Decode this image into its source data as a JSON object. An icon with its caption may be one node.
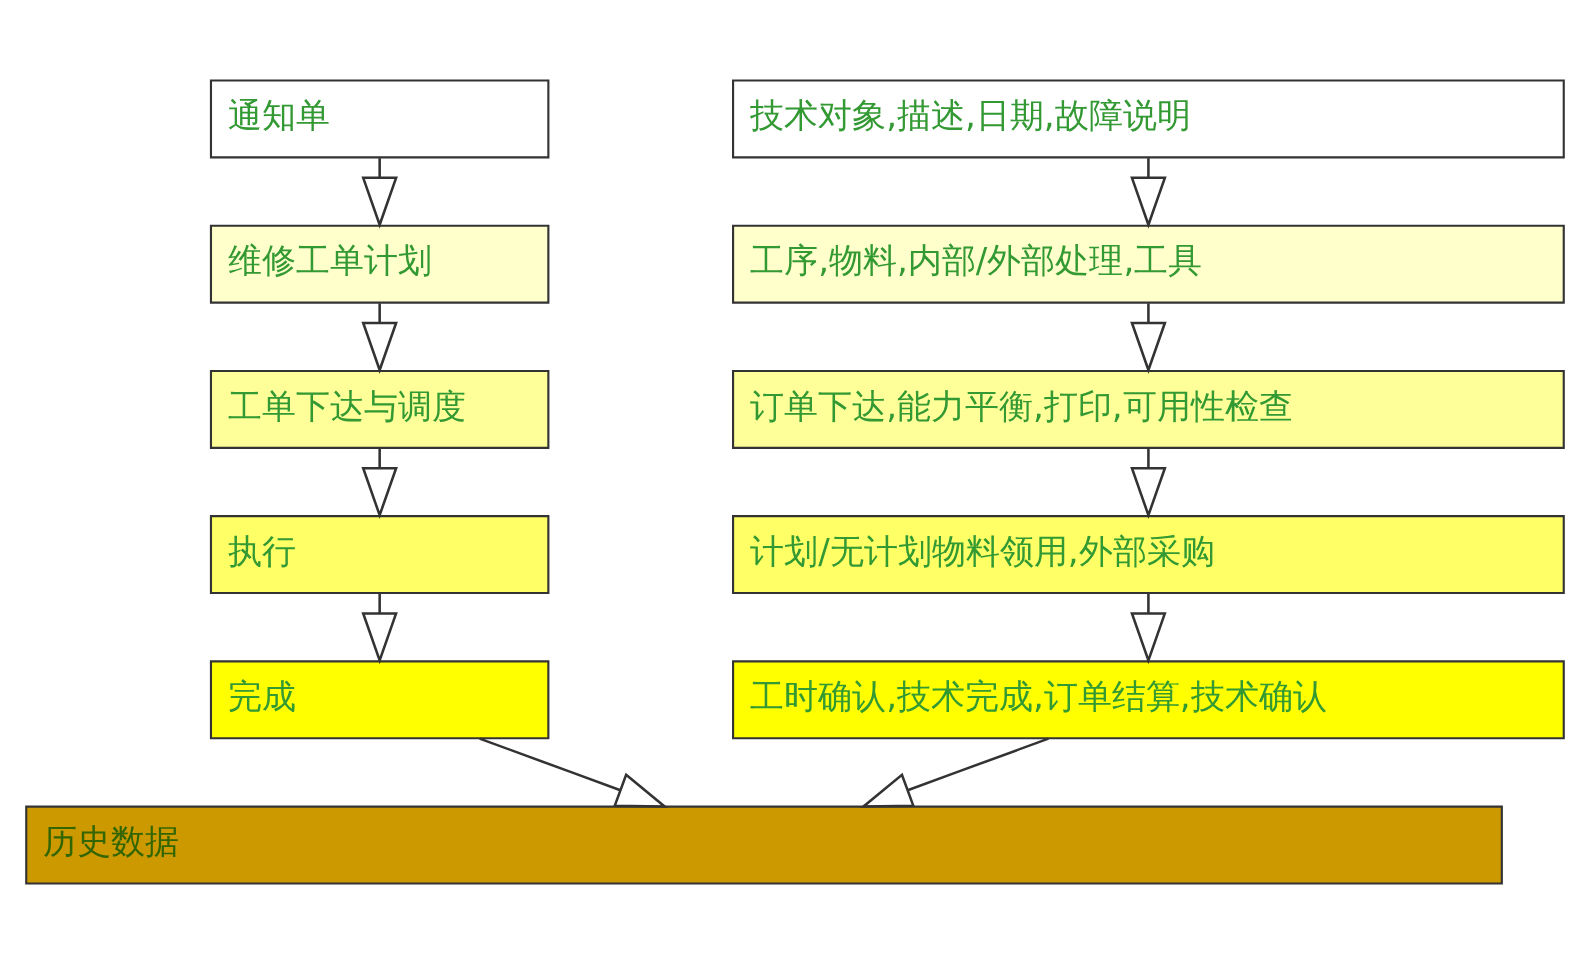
{
  "diagram": {
    "nodes": [
      {
        "text": [
          "通知单"
        ]
      },
      {
        "text": [
          "维修工单计划"
        ]
      },
      {
        "text": [
          "工单下达与调度"
        ]
      },
      {
        "text": [
          "执行"
        ]
      },
      {
        "text": [
          "完成"
        ]
      },
      {
        "text": [
          "技术对象,描述,日期,故障说明"
        ]
      },
      {
        "text": [
          "工序,物料,内部/外部处理,工具"
        ]
      },
      {
        "text": [
          "订单下达,能力平衡,打印,可用性检查"
        ]
      },
      {
        "text": [
          "计划/无计划物料领用,外部采购"
        ]
      },
      {
        "text": [
          "工时确认,技术完成,订单结算,技术确认"
        ]
      },
      {
        "text": [
          "历史数据"
        ]
      }
    ],
    "edges": [
      {
        "from": 0,
        "to": 1,
        "arrow": "to"
      },
      {
        "from": 1,
        "to": 2,
        "arrow": "to"
      },
      {
        "from": 2,
        "to": 3,
        "arrow": "to"
      },
      {
        "from": 3,
        "to": 4,
        "arrow": "to"
      },
      {
        "from": 4,
        "to": 10,
        "arrow": "to"
      },
      {
        "from": 5,
        "to": 6,
        "arrow": "to"
      },
      {
        "from": 6,
        "to": 7,
        "arrow": "to"
      },
      {
        "from": 7,
        "to": 8,
        "arrow": "to"
      },
      {
        "from": 8,
        "to": 9,
        "arrow": "to"
      },
      {
        "from": 9,
        "to": 10,
        "arrow": "to"
      }
    ]
  }
}
